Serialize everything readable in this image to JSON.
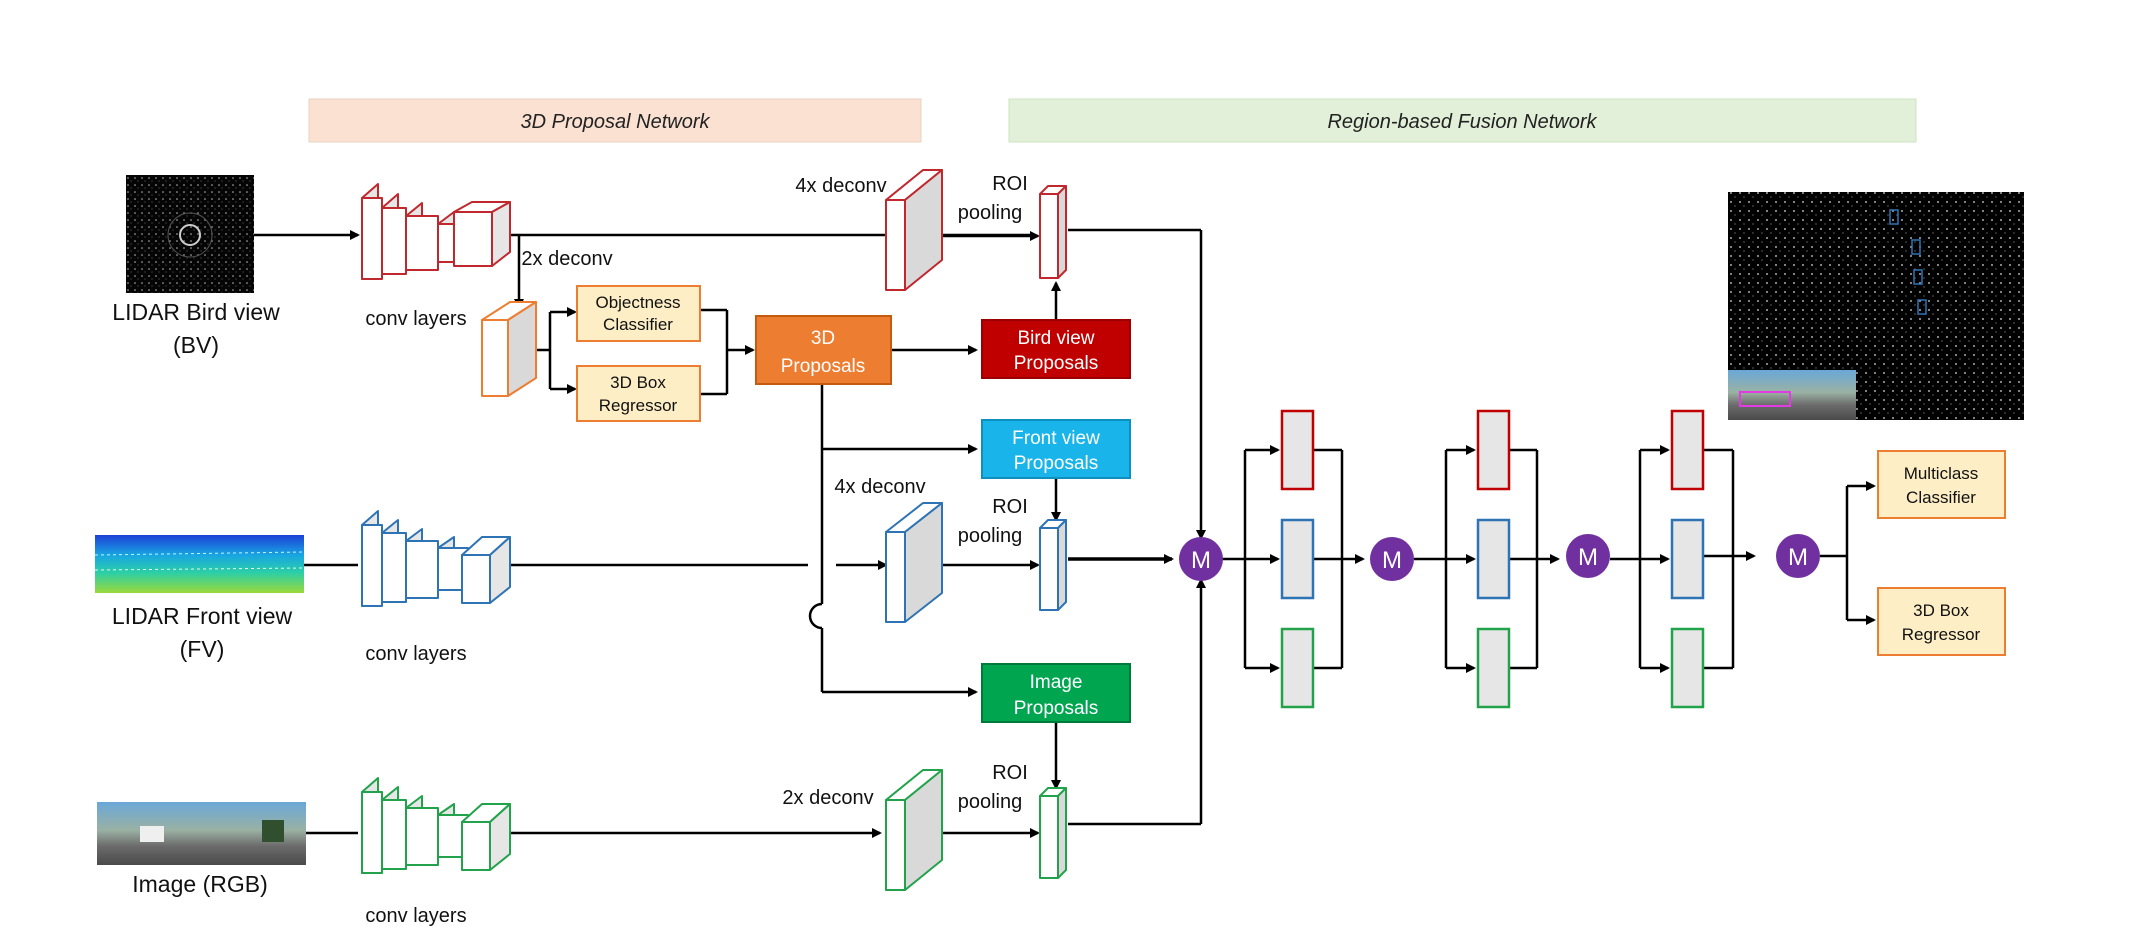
{
  "banners": {
    "proposal": "3D Proposal Network",
    "fusion": "Region-based Fusion Network"
  },
  "inputs": {
    "bv": [
      "LIDAR Bird view",
      "(BV)"
    ],
    "fv": [
      "LIDAR Front view",
      "(FV)"
    ],
    "rgb": "Image (RGB)"
  },
  "labels": {
    "conv_layers": "conv layers",
    "deconv_4x": "4x deconv",
    "deconv_2x": "2x deconv",
    "roi_pooling": [
      "ROI",
      "pooling"
    ]
  },
  "boxes": {
    "objectness": [
      "Objectness",
      "Classifier"
    ],
    "box_regressor": [
      "3D Box",
      "Regressor"
    ],
    "proposals_3d": [
      "3D",
      "Proposals"
    ],
    "bird_view": [
      "Bird view",
      "Proposals"
    ],
    "front_view": [
      "Front view",
      "Proposals"
    ],
    "image": [
      "Image",
      "Proposals"
    ],
    "multiclass": [
      "Multiclass",
      "Classifier"
    ],
    "final_regressor": [
      "3D Box",
      "Regressor"
    ]
  },
  "merge_symbol": "M",
  "colors": {
    "bv": "#c0282d",
    "fv": "#2e74b5",
    "rgb": "#22a34b",
    "orange": "#ed7d31",
    "bird_box": "#c00000",
    "front_box": "#19b4ea",
    "image_box": "#00a550",
    "merge": "#7030a0",
    "light_box": "#fdeec6"
  }
}
